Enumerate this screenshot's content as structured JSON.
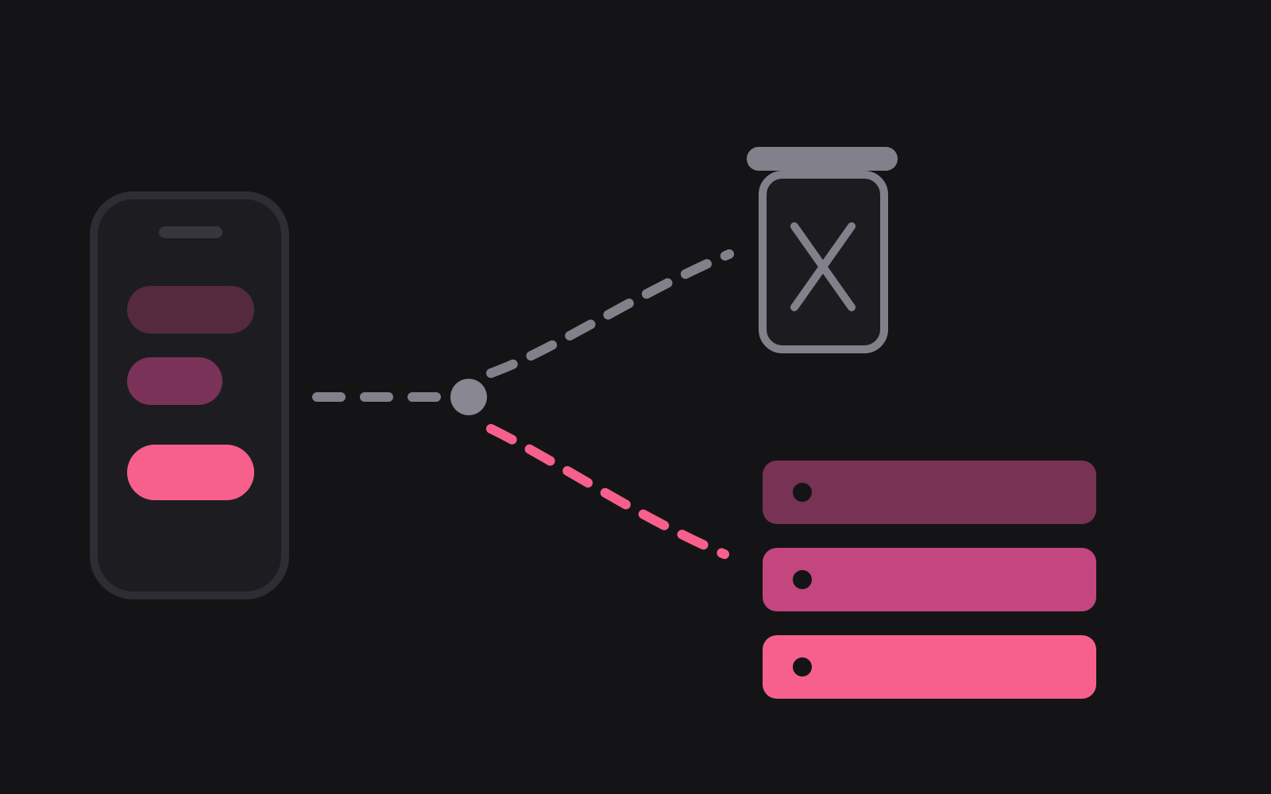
{
  "colors": {
    "background": "#141416",
    "device_frame": "#2e2d33",
    "device_fill": "#1d1d21",
    "device_notch": "#37363c",
    "device_pill_1": "#552a3f",
    "device_pill_2": "#7a3258",
    "device_pill_3": "#f7608c",
    "connector_gray": "#82818b",
    "hub_node": "#898892",
    "connector_pink": "#f7608c",
    "bin_lid": "#82818b",
    "bin_body_fill": "#1c1b20",
    "bin_body_stroke": "#82818b",
    "bin_x_mark": "#82818b",
    "list_row_1": "#773254",
    "list_row_2": "#c4467e",
    "list_row_3": "#f7608c",
    "list_row_dot": "#141416"
  },
  "icons": {
    "device": "phone-icon",
    "discard": "trash-bin-icon",
    "discard_mark": "x-mark-icon",
    "hub": "hub-node-icon",
    "rows": "list-row-icon"
  },
  "list_rows": [
    {
      "color_key": "list_row_1"
    },
    {
      "color_key": "list_row_2"
    },
    {
      "color_key": "list_row_3"
    }
  ]
}
